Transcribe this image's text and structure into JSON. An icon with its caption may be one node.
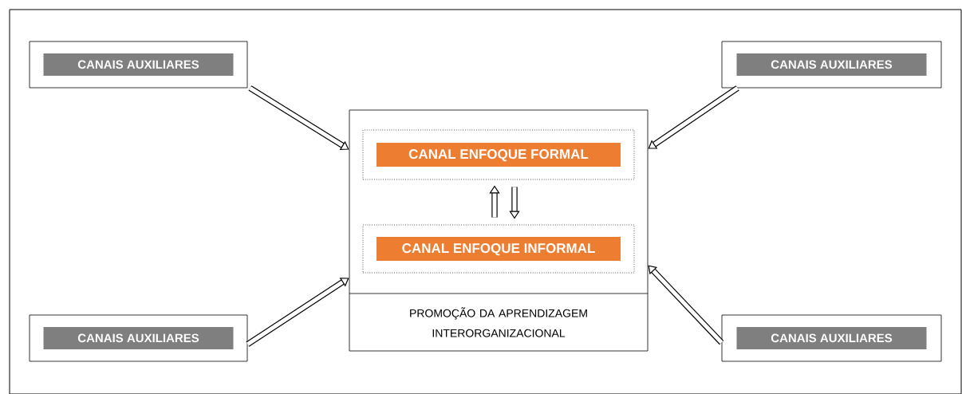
{
  "diagram": {
    "nodes": [
      {
        "text": [
          "CANAIS AUXILIARES"
        ]
      },
      {
        "text": [
          "CANAIS AUXILIARES"
        ]
      },
      {
        "text": [
          "PROMOÇÃO DA APRENDIZAGEM INTERORGANIZACIONAL"
        ]
      },
      {
        "text": [
          "CANAL ENFOQUE FORMAL"
        ],
        "in": 2
      },
      {
        "text": [
          "CANAL ENFOQUE INFORMAL"
        ],
        "in": 2
      },
      {
        "text": [
          "CANAIS AUXILIARES"
        ]
      },
      {
        "text": [
          "CANAIS AUXILIARES"
        ]
      }
    ],
    "edges": [
      {
        "from": 0,
        "to": 2,
        "arrow": "to"
      },
      {
        "from": 1,
        "to": 2,
        "arrow": "to"
      },
      {
        "from": 5,
        "to": 2,
        "arrow": "to"
      },
      {
        "from": 6,
        "to": 2,
        "arrow": "to"
      },
      {
        "from": 4,
        "to": 3,
        "arrow": "to"
      },
      {
        "from": 3,
        "to": 4,
        "arrow": "to"
      }
    ]
  }
}
